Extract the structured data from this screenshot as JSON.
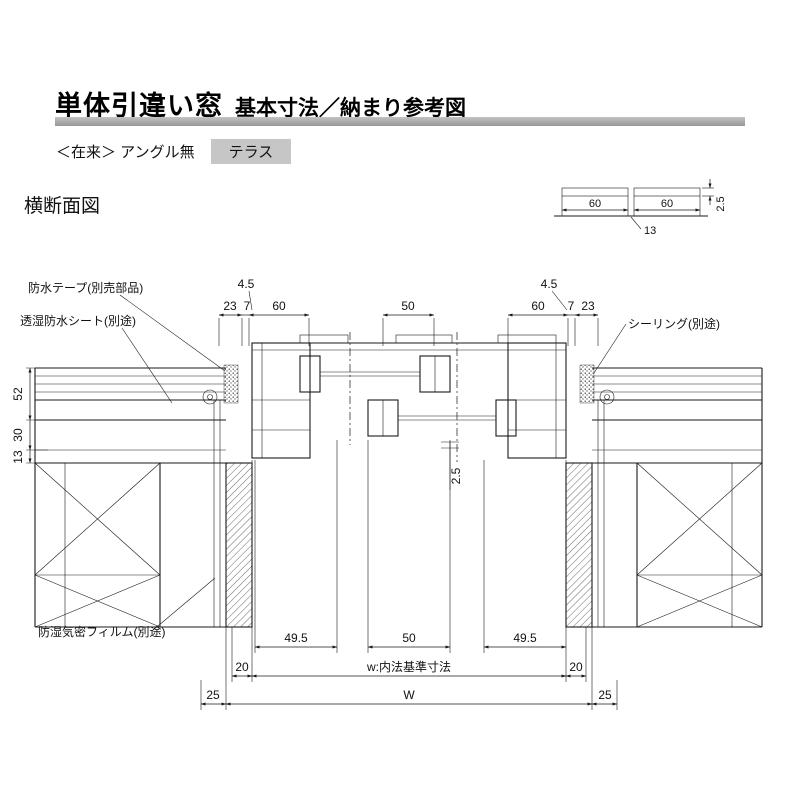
{
  "header": {
    "title_main": "単体引違い窓",
    "title_sub": "基本寸法／納まり参考図",
    "variant": "＜在来＞ アングル無",
    "variant_tag": "テラス"
  },
  "section_label": "横断面図",
  "detail": {
    "left60": "60",
    "right60": "60",
    "d13": "13",
    "d2_5": "2.5"
  },
  "callouts": {
    "waterproof_tape": "防水テープ(別売部品)",
    "moisture_sheet": "透湿防水シート(別途)",
    "sealing": "シーリング(別途)",
    "moisture_film": "防湿気密フィルム(別途)"
  },
  "dims": {
    "top": {
      "l4_5": "4.5",
      "l23": "23",
      "l7": "7",
      "l60": "60",
      "c50": "50",
      "r60": "60",
      "r7": "7",
      "r23": "23",
      "r4_5": "4.5"
    },
    "left": {
      "d52": "52",
      "d30": "30",
      "d13": "13"
    },
    "center": {
      "d2_5": "2.5"
    },
    "bottom": {
      "left49_5": "49.5",
      "c50": "50",
      "right49_5": "49.5",
      "left20": "20",
      "w_label": "w:内法基準寸法",
      "right20": "20",
      "left25": "25",
      "w": "W",
      "right25": "25"
    }
  },
  "colors": {
    "line": "#1a1a1a",
    "tag_bg": "#c6c6c6",
    "title_bar": "#a8a8a8"
  }
}
